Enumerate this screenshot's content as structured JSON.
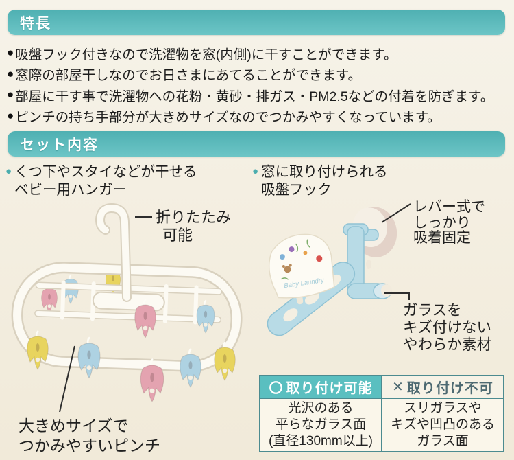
{
  "colors": {
    "page-bg": "#f4efe2",
    "text-dark": "#1e1e1e",
    "bar-teal-1": "#4fb0b2",
    "bar-teal-2": "#6cc5c6",
    "bullet-teal": "#4badae",
    "table-border": "#4c8b90",
    "table-ok-bg": "#5abfc0",
    "table-ng-text": "#4e6a72",
    "cell-bg": "#faf6ea",
    "clip-pink": "#e4a3b0",
    "clip-blue": "#aed2e2",
    "clip-yellow": "#e8d45e",
    "plastic-white": "#fcfaf3",
    "plastic-shadow": "#d9d1bf",
    "hook-blue": "#b8dbe6",
    "hook-blue-deep": "#8fc2d4",
    "cup-beige": "#e3d2c8"
  },
  "features": {
    "title": "特長",
    "bullet": "●",
    "items": [
      "吸盤フック付きなので洗濯物を窓(内側)に干すことができます。",
      "窓際の部屋干しなのでお日さまにあてることができます。",
      "部屋に干す事で洗濯物への花粉・黄砂・排ガス・PM2.5などの付着を防ぎます。",
      "ピンチの持ち手部分が大きめサイズなのでつかみやすくなっています。"
    ]
  },
  "set_contents": {
    "title": "セット内容",
    "left_item": {
      "bullet": "●",
      "line1": "くつ下やスタイなどが干せる",
      "line2": "ベビー用ハンガー"
    },
    "right_item": {
      "bullet": "●",
      "line1": "窓に取り付けられる",
      "line2": "吸盤フック"
    }
  },
  "annotations": {
    "foldable": {
      "line1": "折りたたみ",
      "line2": "可能"
    },
    "big_pinch": {
      "line1": "大きめサイズで",
      "line2": "つかみやすいピンチ"
    },
    "lever": {
      "line1": "レバー式で",
      "line2": "しっかり",
      "line3": "吸着固定"
    },
    "soft_material": {
      "line1": "ガラスを",
      "line2": "キズ付けない",
      "line3": "やわらか素材"
    }
  },
  "board_label": "Baby Laundry",
  "table": {
    "ok": {
      "mark": "〇",
      "header": "取り付け可能",
      "line1": "光沢のある",
      "line2": "平らなガラス面",
      "line3": "(直径130mm以上)"
    },
    "ng": {
      "mark": "✕",
      "header": "取り付け不可",
      "line1": "スリガラスや",
      "line2": "キズや凹凸のある",
      "line3": "ガラス面"
    }
  }
}
